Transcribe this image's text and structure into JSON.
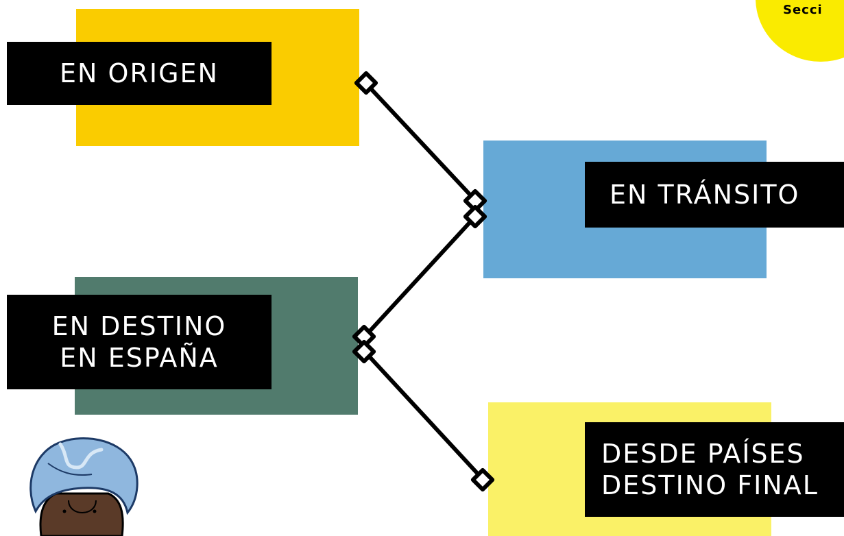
{
  "colors": {
    "origen": "#FACC00",
    "transito": "#66A9D6",
    "destino": "#517B6D",
    "final": "#FAF167",
    "badge": "#FAEB00",
    "label_bg": "#000000",
    "label_text": "#FFFFFF"
  },
  "section_badge": {
    "text": "Secci"
  },
  "nodes": {
    "origen": "EN ORIGEN",
    "transito": "EN TRÁNSITO",
    "destino": "EN DESTINO\nEN ESPAÑA",
    "final": "DESDE PAÍSES\nDESTINO FINAL"
  },
  "edges": [
    {
      "from": "origen",
      "to": "transito"
    },
    {
      "from": "transito",
      "to": "destino"
    },
    {
      "from": "destino",
      "to": "final"
    }
  ],
  "illustration": {
    "icon": "woman-headwrap-avatar"
  }
}
